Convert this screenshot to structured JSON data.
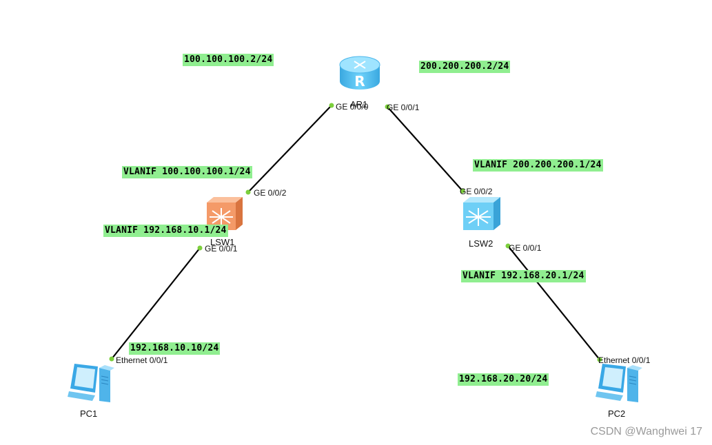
{
  "devices": {
    "ar1": {
      "name": "AR1"
    },
    "lsw1": {
      "name": "LSW1"
    },
    "lsw2": {
      "name": "LSW2"
    },
    "pc1": {
      "name": "PC1"
    },
    "pc2": {
      "name": "PC2"
    }
  },
  "ports": {
    "ar1_ge000": "GE 0/0/0",
    "ar1_ge001": "GE 0/0/1",
    "lsw1_ge002": "GE 0/0/2",
    "lsw1_ge001": "GE 0/0/1",
    "lsw2_ge002": "GE 0/0/2",
    "lsw2_ge001": "GE 0/0/1",
    "pc1_eth": "Ethernet 0/0/1",
    "pc2_eth": "Ethernet 0/0/1"
  },
  "addresses": {
    "ar1_left": "100.100.100.2/24",
    "ar1_right": "200.200.200.2/24",
    "lsw1_vlanif_up": "VLANIF 100.100.100.1/24",
    "lsw1_vlanif_down": "VLANIF 192.168.10.1/24",
    "lsw2_vlanif_up": "VLANIF 200.200.200.1/24",
    "lsw2_vlanif_down": "VLANIF 192.168.20.1/24",
    "pc1_ip": "192.168.10.10/24",
    "pc2_ip": "192.168.20.20/24"
  },
  "colors": {
    "label_bg": "#90ee90",
    "port_dot": "#7ccf3c",
    "router": "#5ec8f5",
    "switch_core": "#f5a070",
    "switch_access": "#6ed0f5"
  },
  "watermark": "CSDN @Wanghwei 17"
}
